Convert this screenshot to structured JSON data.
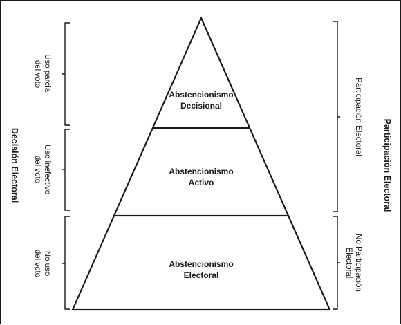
{
  "pyramid_levels": [
    {
      "line1": "Abstencionismo",
      "line2": "Decisional"
    },
    {
      "line1": "Abstencionismo",
      "line2": "Activo"
    },
    {
      "line1": "Abstencionismo",
      "line2": "Electoral"
    }
  ],
  "left_axis": {
    "title": "Decisión Electoral",
    "brackets": [
      {
        "line1": "Uso parcial",
        "line2": "del voto"
      },
      {
        "line1": "Uso inefectivo",
        "line2": "del voto"
      },
      {
        "line1": "No uso",
        "line2": "del voto"
      }
    ]
  },
  "right_axis": {
    "title": "Participación Electoral",
    "brackets": [
      {
        "line1": "Participación Electoral",
        "line2": ""
      },
      {
        "line1": "No Participación",
        "line2": "Electoral"
      }
    ]
  },
  "colors": {
    "stroke": "#1a1a1a",
    "background": "#ffffff"
  }
}
